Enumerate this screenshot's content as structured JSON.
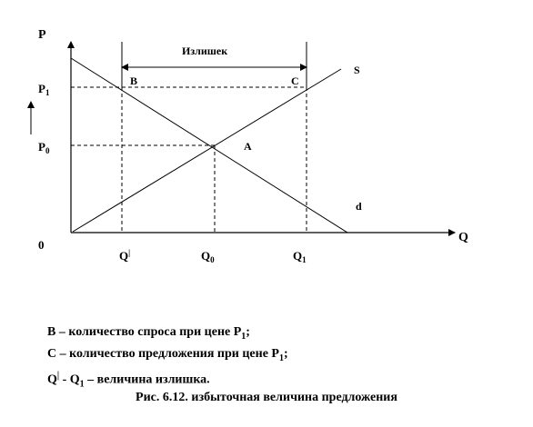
{
  "axes": {
    "y_label": "P",
    "x_label": "Q",
    "origin": "0"
  },
  "price_labels": {
    "p1": "P",
    "p1_sub": "1",
    "p0": "P",
    "p0_sub": "0"
  },
  "quantity_labels": {
    "qd": "Q",
    "qd_sup": "|",
    "q0": "Q",
    "q0_sub": "0",
    "q1": "Q",
    "q1_sub": "1"
  },
  "points": {
    "b": "B",
    "c": "C",
    "a": "A"
  },
  "curves": {
    "supply": "S",
    "demand": "d"
  },
  "surplus_label": "Излишек",
  "legend": {
    "line1_prefix": "B – количество спроса при цене P",
    "line1_sub": "1",
    "line1_suffix": ";",
    "line2_prefix": "C – количество предложения при цене P",
    "line2_sub": "1",
    "line2_suffix": ";",
    "line3_q": "Q",
    "line3_sup": "|",
    "line3_rest": " - Q",
    "line3_sub": "1",
    "line3_suffix": " – величина излишка."
  },
  "caption": "Рис. 6.12. избыточная величина предложения"
}
